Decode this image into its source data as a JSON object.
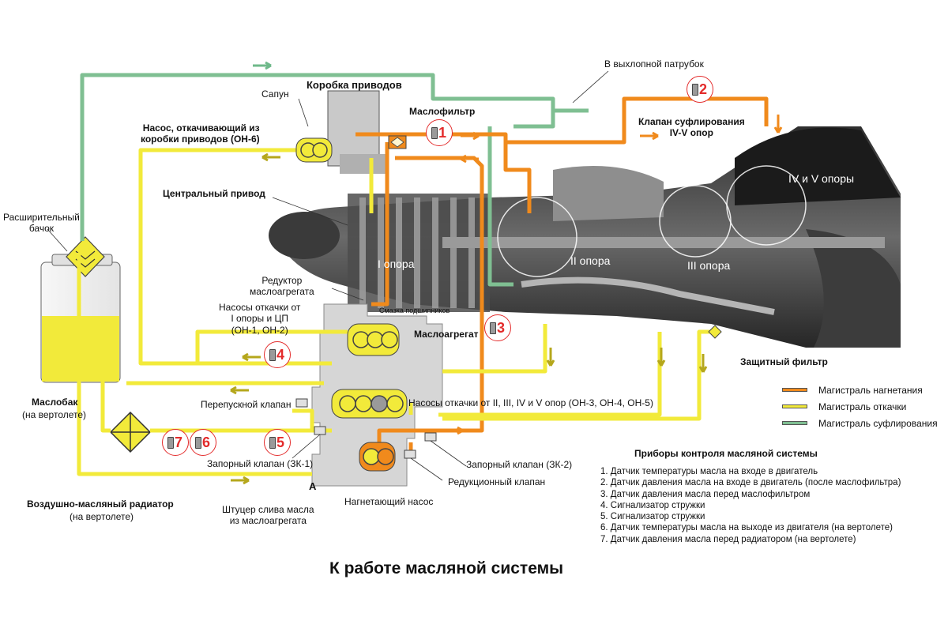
{
  "colors": {
    "pressure": "#f08a1c",
    "scavenge": "#f2ea3a",
    "breather": "#7fbf92",
    "marker": "#e32b2b",
    "arrow_scavenge": "#b5a71c",
    "arrow_breather": "#6fb98a",
    "arrow_pressure": "#f08a1c"
  },
  "labels": {
    "gearbox": "Коробка приводов",
    "breather_vent": "Сапун",
    "exhaust": "В выхлопной патрубок",
    "oil_filter": "Маслофильтр",
    "pump_gearbox": "Насос, откачивающий из\nкоробки приводов (ОН-6)",
    "breather_valve": "Клапан суфлирования\nIV-V опор",
    "central_drive": "Центральный привод",
    "expansion_tank": "Расширительный\nбачок",
    "reducer": "Редуктор\nмаслоагрегата",
    "pumps_i": "Насосы откачки от\nI опоры и ЦП\n(ОН-1, ОН-2)",
    "bearing_lube": "Смазка подшипников",
    "oil_unit": "Маслоагрегат",
    "oil_tank": "Маслобак",
    "oil_tank_sub": "(на вертолете)",
    "bypass_valve": "Перепускной клапан",
    "pumps_ii_v": "Насосы откачки от II, III, IV и V опор (ОН-3, ОН-4, ОН-5)",
    "shutoff_1": "Запорный клапан (ЗК-1)",
    "shutoff_2": "Запорный клапан (ЗК-2)",
    "reducing_valve": "Редукционный клапан",
    "letter_a": "А",
    "pressure_pump": "Нагнетающий насос",
    "drain": "Штуцер слива масла\nиз маслоагрегата",
    "radiator": "Воздушно-масляный радиатор",
    "radiator_sub": "(на вертолете)",
    "protective_filter": "Защитный фильтр",
    "support_i": "I опора",
    "support_ii": "II опора",
    "support_iii": "III опора",
    "support_iv_v": "IV и V опоры"
  },
  "markers": [
    "1",
    "2",
    "3",
    "4",
    "5",
    "6",
    "7"
  ],
  "legend": [
    {
      "label": "Магистраль нагнетания",
      "color": "#f08a1c"
    },
    {
      "label": "Магистраль откачки",
      "color": "#f2ea3a"
    },
    {
      "label": "Магистраль суфлирования",
      "color": "#7fbf92"
    }
  ],
  "instruments": {
    "title": "Приборы контроля масляной системы",
    "items": [
      "1. Датчик температуры масла на входе в двигатель",
      "2. Датчик давления масла на входе в двигатель (после маслофильтра)",
      "3. Датчик давления масла перед маслофильтром",
      "4. Сигнализатор стружки",
      "5. Сигнализатор стружки",
      "6. Датчик температуры масла на выходе из двигателя (на вертолете)",
      "7. Датчик давления масла перед радиатором (на вертолете)"
    ]
  },
  "caption": "К работе масляной системы"
}
